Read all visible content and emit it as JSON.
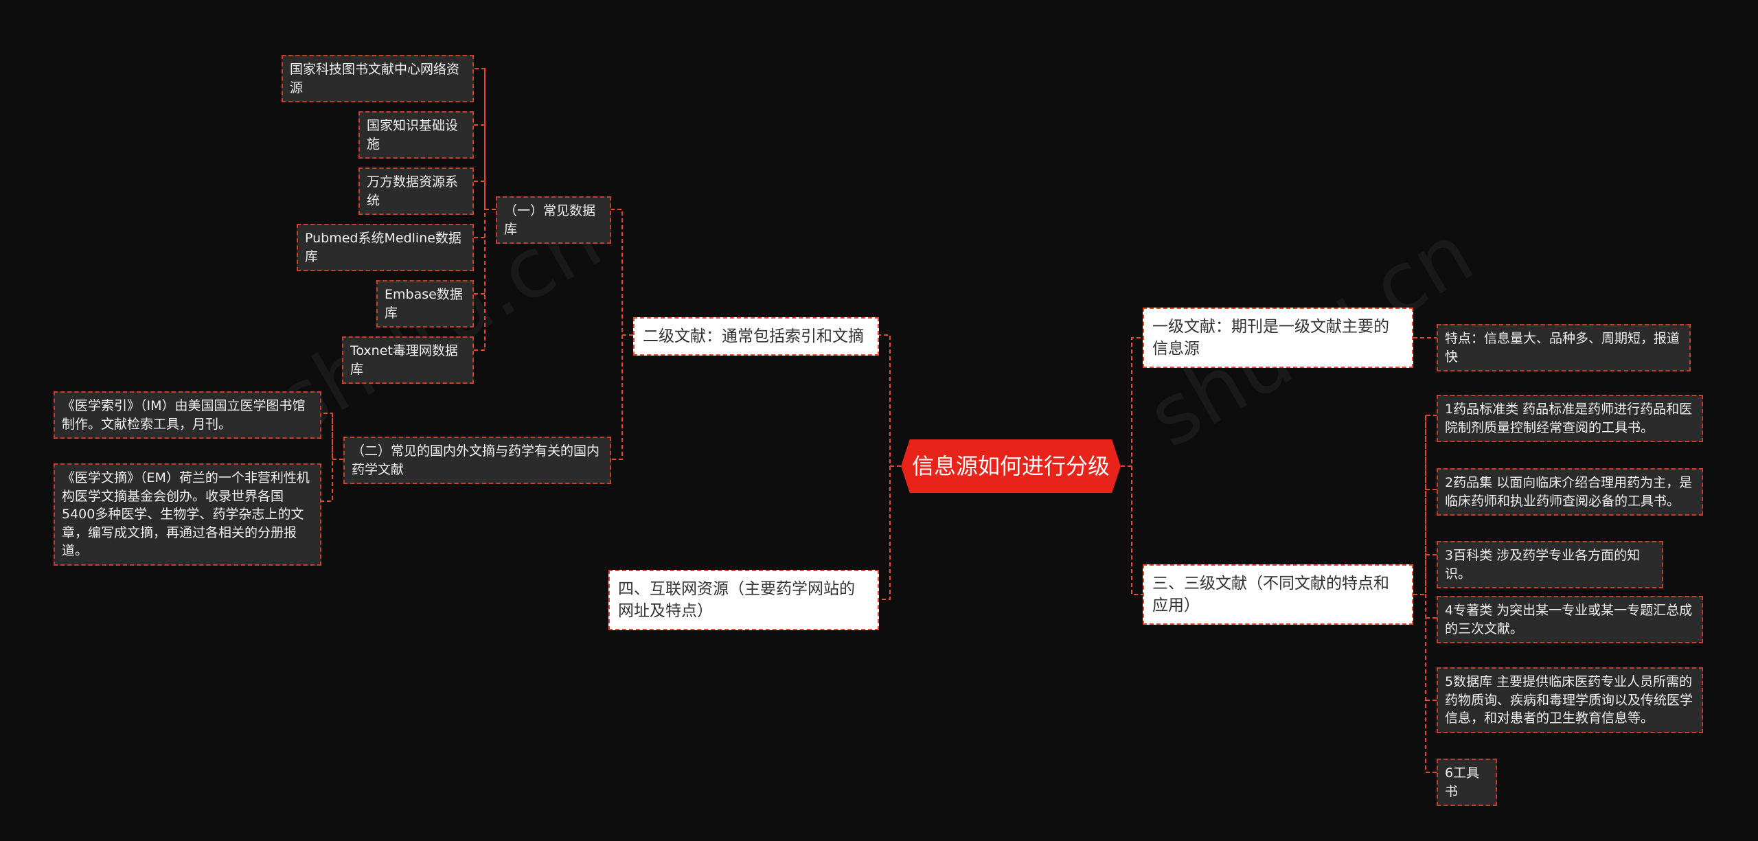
{
  "root": "信息源如何进行分级",
  "left": {
    "secondary": "二级文献：通常包括索引和文摘",
    "databases": {
      "label": "（一）常见数据库",
      "items": [
        "国家科技图书文献中心网络资源",
        "国家知识基础设施",
        "万方数据资源系统",
        "Pubmed系统Medline数据库",
        "Embase数据库",
        "Toxnet毒理网数据库"
      ]
    },
    "abstracts": {
      "label": "（二）常见的国内外文摘与药学有关的国内药学文献",
      "items": [
        "《医学索引》（IM）由美国国立医学图书馆制作。文献检索工具，月刊。",
        "《医学文摘》（EM）荷兰的一个非营利性机构医学文摘基金会创办。收录世界各国5400多种医学、生物学、药学杂志上的文章，编写成文摘，再通过各相关的分册报道。"
      ]
    },
    "internet": "四、互联网资源（主要药学网站的网址及特点）"
  },
  "right": {
    "primary": "一级文献：期刊是一级文献主要的信息源",
    "primary_feature": "特点：信息量大、品种多、周期短，报道快",
    "tertiary": "三、三级文献（不同文献的特点和应用）",
    "tertiary_items": [
      "1药品标准类 药品标准是药师进行药品和医院制剂质量控制经常查阅的工具书。",
      "2药品集 以面向临床介绍合理用药为主，是临床药师和执业药师查阅必备的工具书。",
      "3百科类 涉及药学专业各方面的知识。",
      "4专著类 为突出某一专业或某一专题汇总成的三次文献。",
      "5数据库 主要提供临床医药专业人员所需的药物质询、疾病和毒理学质询以及传统医学信息，和对患者的卫生教育信息等。",
      "6工具书"
    ]
  }
}
